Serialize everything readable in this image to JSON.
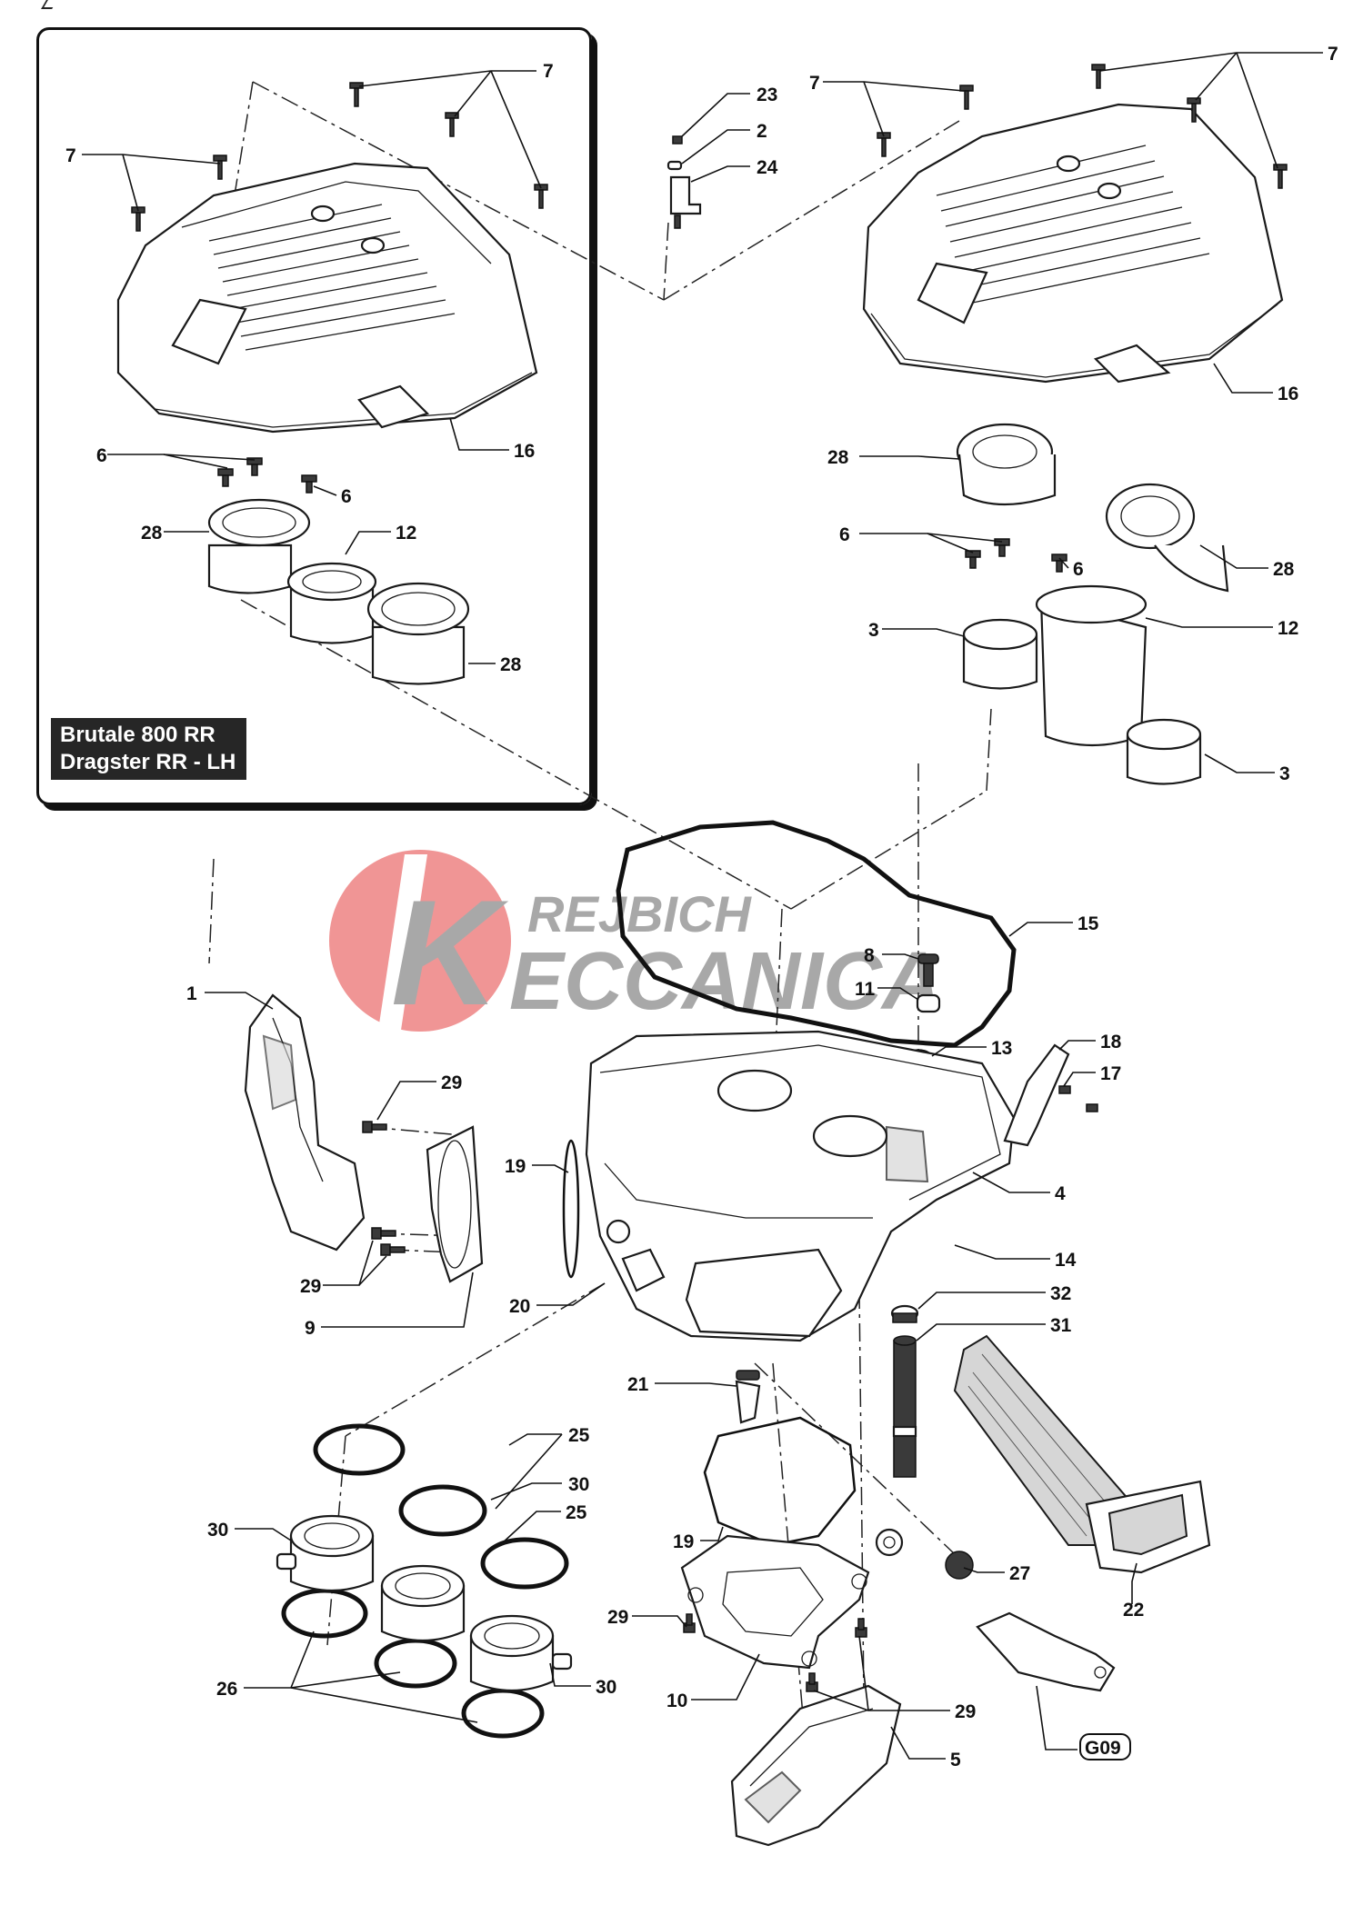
{
  "labels": {
    "c1": "1",
    "c2": "2",
    "c3": "3",
    "c4": "4",
    "c5": "5",
    "c6": "6",
    "c7": "7",
    "c8": "8",
    "c9": "9",
    "c10": "10",
    "c11": "11",
    "c12": "12",
    "c13": "13",
    "c14": "14",
    "c15": "15",
    "c16": "16",
    "c17": "17",
    "c18": "18",
    "c19": "19",
    "c20": "20",
    "c21": "21",
    "c22": "22",
    "c23": "23",
    "c24": "24",
    "c25": "25",
    "c26": "26",
    "c27": "27",
    "c28": "28",
    "c29": "29",
    "c30": "30",
    "c31": "31",
    "c32": "32",
    "g09": "G09"
  },
  "inset": {
    "line1": "Brutale 800 RR",
    "line2": "Dragster RR - LH"
  },
  "watermark": {
    "line1": "REJBICH",
    "line2": "ECCANICA",
    "letter": "K",
    "color": "#e8595a"
  },
  "colors": {
    "ink": "#111111",
    "panel": "#262626",
    "watermark_grey": "#9a9a9a",
    "watermark_red": "#e8595a"
  }
}
